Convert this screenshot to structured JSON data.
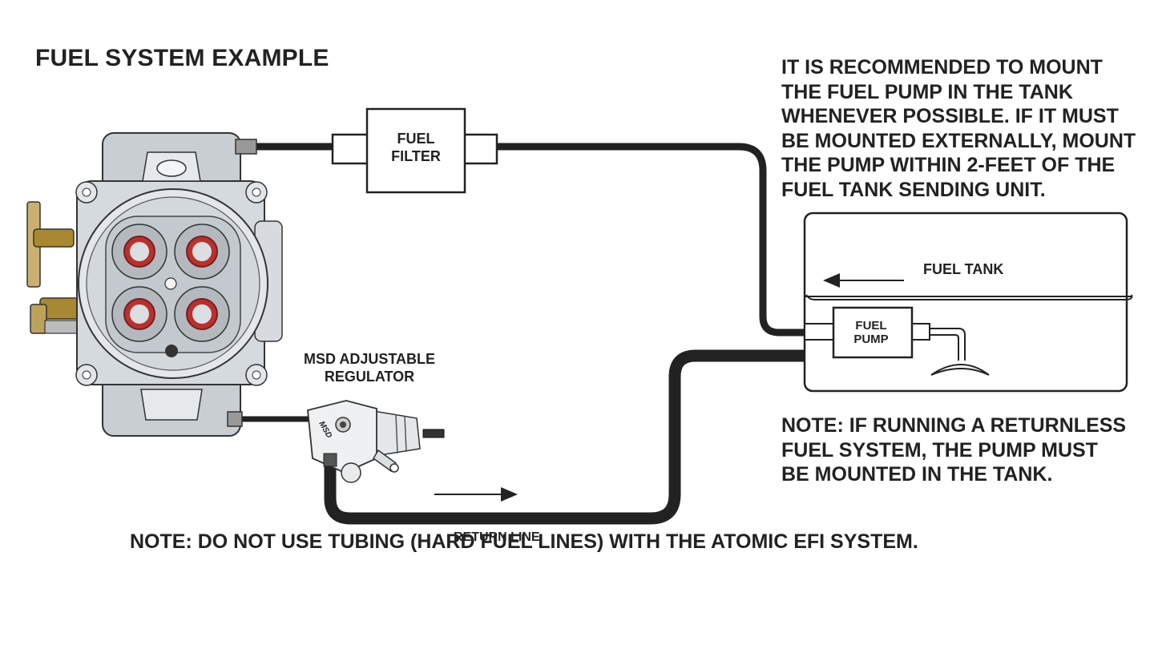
{
  "title": "FUEL SYSTEM EXAMPLE",
  "notes": {
    "top": "IT IS RECOMMENDED TO MOUNT\nTHE FUEL PUMP IN THE TANK\nWHENEVER POSSIBLE. IF IT MUST\nBE MOUNTED EXTERNALLY, MOUNT\nTHE PUMP WITHIN 2-FEET OF THE\nFUEL TANK SENDING UNIT.",
    "right": "NOTE: IF RUNNING A RETURNLESS\nFUEL SYSTEM, THE PUMP MUST\nBE MOUNTED IN THE TANK.",
    "bottom": "NOTE: DO NOT USE TUBING (HARD FUEL LINES) WITH THE ATOMIC EFI SYSTEM."
  },
  "labels": {
    "filter_line1": "FUEL",
    "filter_line2": "FILTER",
    "regulator_line1": "MSD ADJUSTABLE",
    "regulator_line2": "REGULATOR",
    "tank": "FUEL TANK",
    "pump_line1": "FUEL",
    "pump_line2": "PUMP",
    "return_line": "RETURN LINE",
    "regulator_brand": "MSD"
  },
  "colors": {
    "line": "#222222",
    "throttle_body": "#c9ced3",
    "throttle_red": "#b8312f",
    "linkage_gold": "#a8892f"
  },
  "icons": {
    "arrow_tank": "arrow-left",
    "arrow_return": "arrow-right"
  }
}
